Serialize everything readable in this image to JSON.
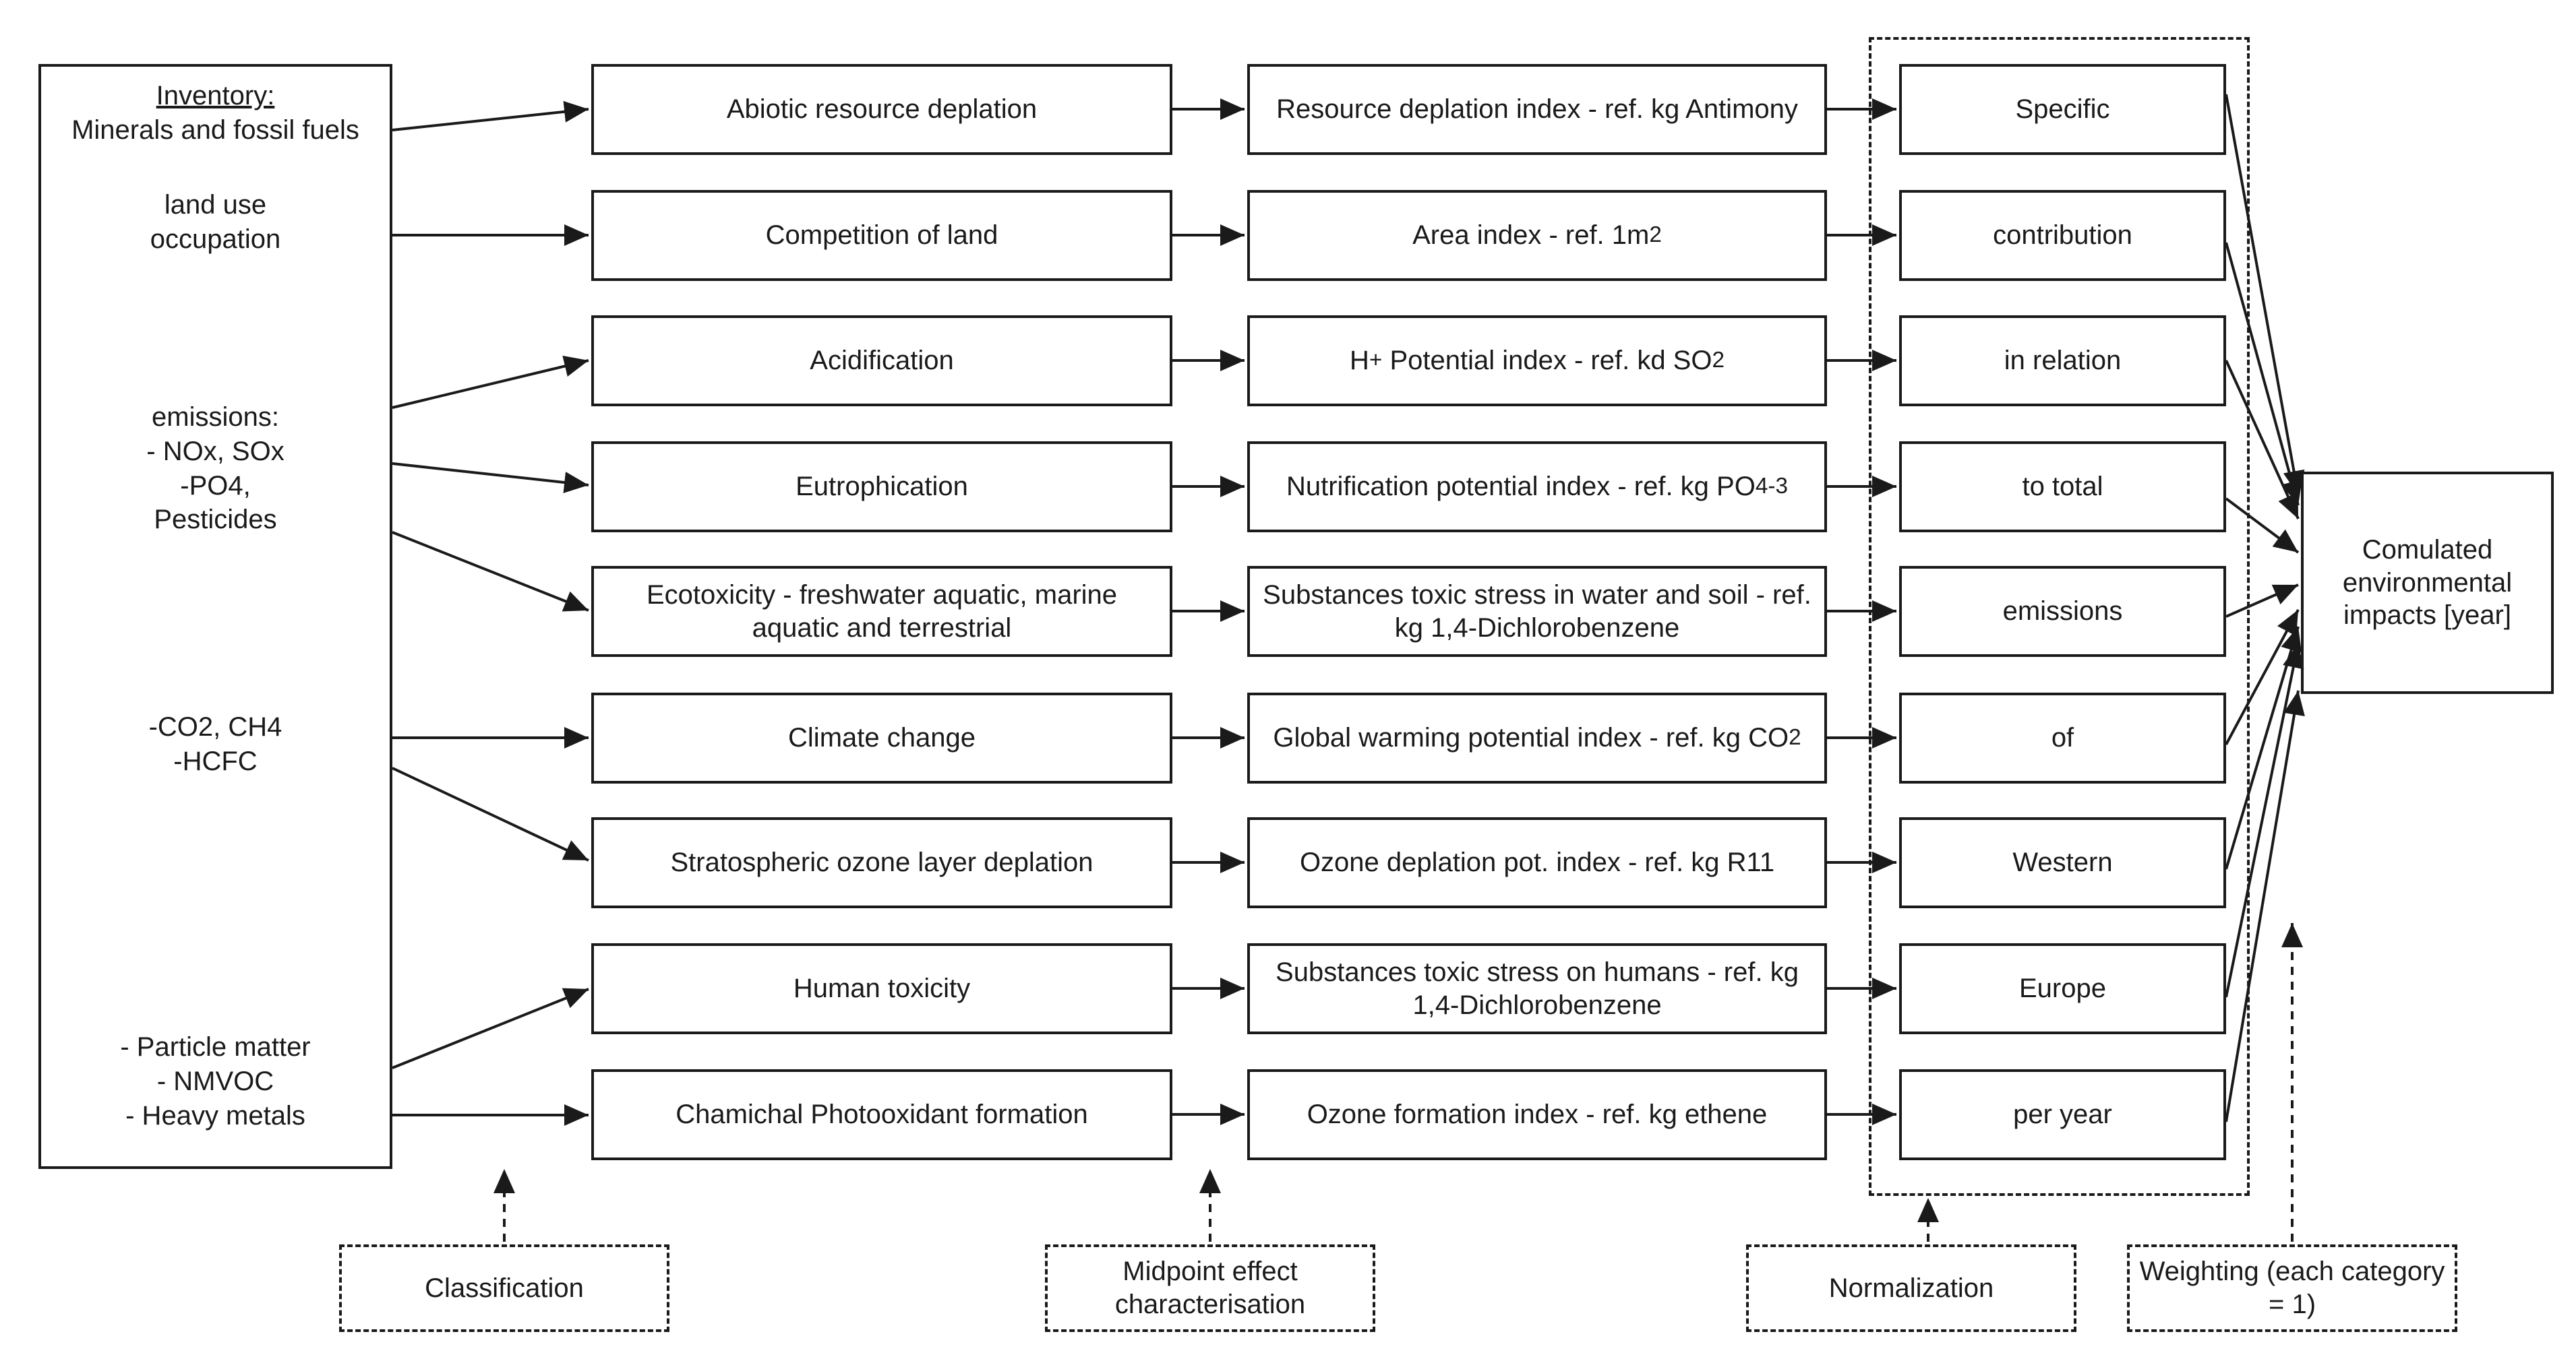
{
  "inventory": {
    "title": "Inventory:",
    "line1": "Minerals and fossil fuels",
    "land1": "land use",
    "land2": "occupation",
    "em1": "emissions:",
    "em2": "- NOx, SOx",
    "em3": "-PO4,",
    "em4": "Pesticides",
    "gas1": "-CO2, CH4",
    "gas2": "-HCFC",
    "pm1": "- Particle matter",
    "pm2": "- NMVOC",
    "pm3": "- Heavy metals"
  },
  "categories": [
    "Abiotic resource deplation",
    "Competition of land",
    "Acidification",
    "Eutrophication",
    "Ecotoxicity - freshwater aquatic, marine aquatic and terrestrial",
    "Climate change",
    "Stratospheric ozone layer deplation",
    "Human toxicity",
    "Chamichal Photooxidant formation"
  ],
  "indicators": {
    "i0": "Resource deplation index - ref. kg Antimony",
    "i1_main": "Area index - ref. 1m",
    "i1_sup": "2",
    "i2_a": "H",
    "i2_sup": "+",
    "i2_b": " Potential index - ref. kd SO",
    "i2_sub": "2",
    "i3_main": "Nutrification potential index - ref. kg PO",
    "i3_sub": "4",
    "i3_sup": "-3",
    "i4": "Substances toxic stress in water and soil - ref. kg 1,4-Dichlorobenzene",
    "i5_main": "Global warming potential index - ref. kg CO",
    "i5_sub": "2",
    "i6": "Ozone deplation pot. index - ref. kg R11",
    "i7": "Substances toxic stress on humans - ref. kg 1,4-Dichlorobenzene",
    "i8": "Ozone formation index - ref. kg ethene"
  },
  "normalization": [
    "Specific",
    "contribution",
    "in relation",
    "to total",
    "emissions",
    "of",
    "Western",
    "Europe",
    "per year"
  ],
  "result": "Comulated environmental impacts [year]",
  "steps": {
    "classification": "Classification",
    "midpoint": "Midpoint effect characterisation",
    "normalization": "Normalization",
    "weighting": "Weighting (each category = 1)"
  }
}
